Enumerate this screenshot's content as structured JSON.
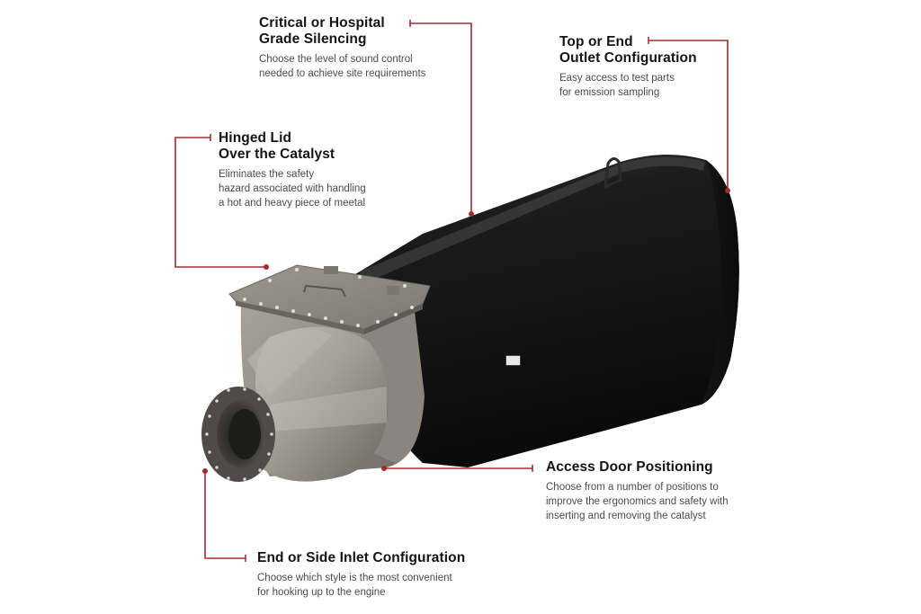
{
  "figure": {
    "subject": "catalytic silencer / emission control housing",
    "accent_color": "#a32d2d",
    "callouts": [
      {
        "id": "silencing",
        "title": [
          "Critical or Hospital",
          "Grade Silencing"
        ],
        "desc": [
          "Choose the level of sound control",
          "needed to achieve site requirements"
        ]
      },
      {
        "id": "outlet",
        "title": [
          "Top or End",
          "Outlet Configuration"
        ],
        "desc": [
          "Easy access to test parts",
          "for emission sampling"
        ]
      },
      {
        "id": "hinged-lid",
        "title": [
          "Hinged Lid",
          "Over the Catalyst"
        ],
        "desc": [
          "Eliminates the safety",
          "hazard associated with handling",
          "a hot and heavy piece of meetal"
        ]
      },
      {
        "id": "access-door",
        "title": [
          "Access Door Positioning"
        ],
        "desc": [
          "Choose from a number of positions to",
          "improve the ergonomics and safety with",
          "inserting and removing the catalyst"
        ]
      },
      {
        "id": "inlet",
        "title": [
          "End or Side Inlet Configuration"
        ],
        "desc": [
          "Choose which style is the most convenient",
          "for hooking up to the engine"
        ]
      }
    ]
  }
}
